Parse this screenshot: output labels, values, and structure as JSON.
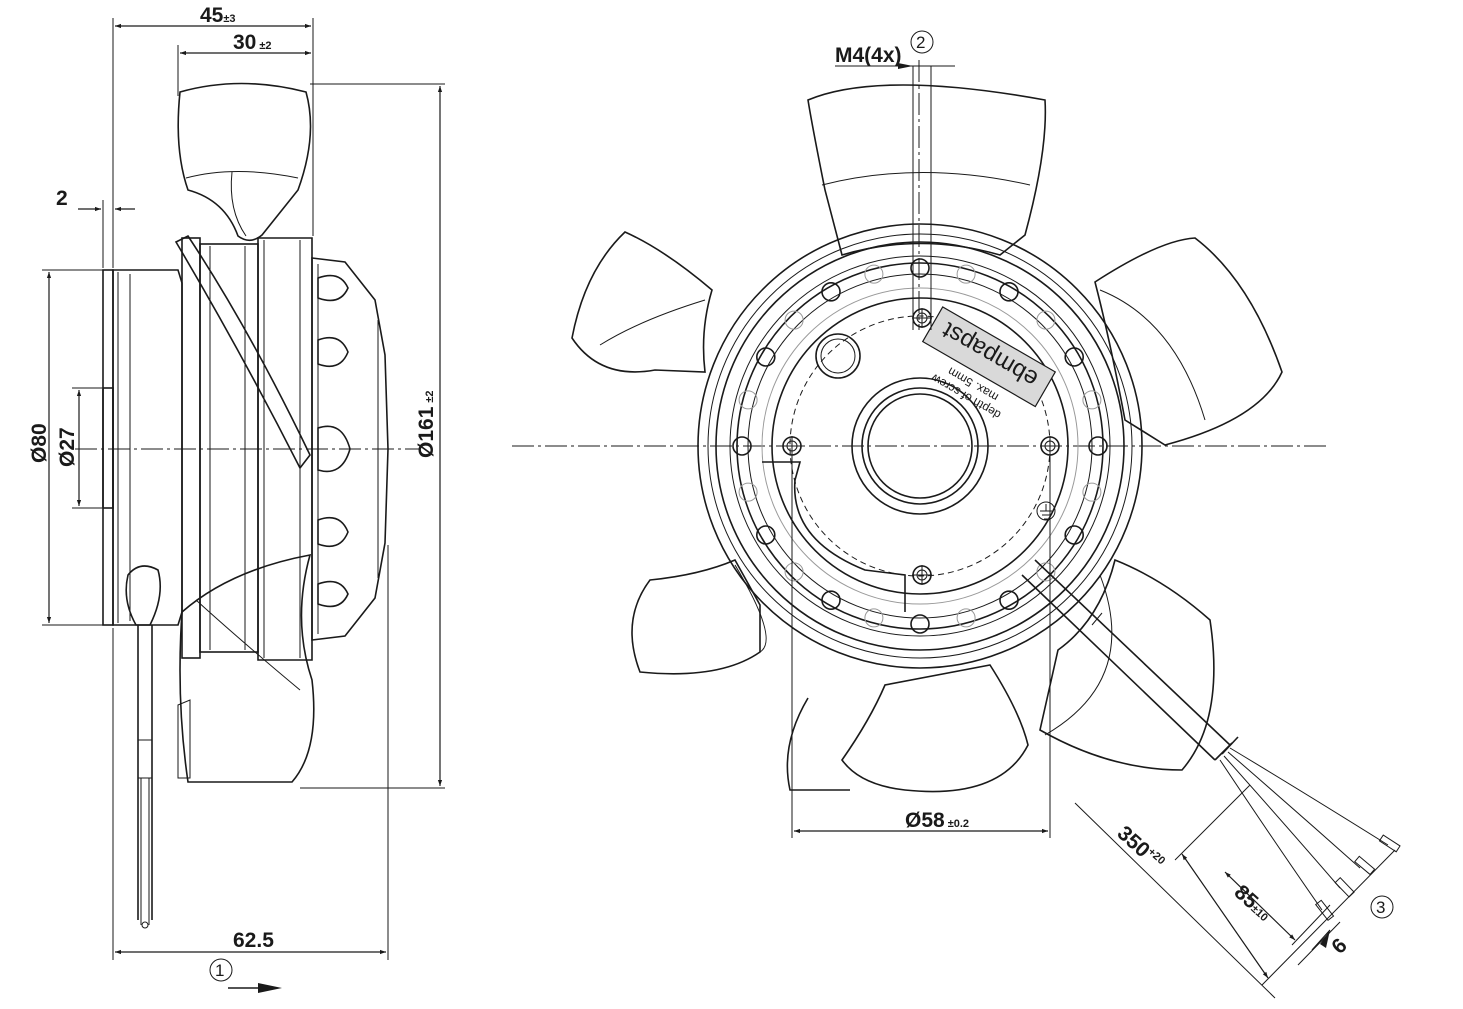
{
  "side_view": {
    "dim_top_overall": "45",
    "dim_top_overall_tol": "±3",
    "dim_top_blade": "30",
    "dim_top_blade_tol": "±2",
    "dim_offset": "2",
    "dim_d80": "Ø80",
    "dim_d27": "Ø27",
    "dim_d161": "Ø161",
    "dim_d161_tol": "±2",
    "dim_bottom": "62.5",
    "callout_1": "1"
  },
  "front_view": {
    "thread_label": "M4(4x)",
    "callout_2": "2",
    "callout_3": "3",
    "brand_text": "ebmpapst",
    "note_line1": "max. 5mm",
    "note_line2": "depth of screw",
    "dim_d58": "Ø58",
    "dim_d58_tol": "±0.2",
    "dim_cable": "350",
    "dim_cable_tol": "+20",
    "dim_strip": "85",
    "dim_strip_tol": "±10",
    "dim_end": "6"
  }
}
